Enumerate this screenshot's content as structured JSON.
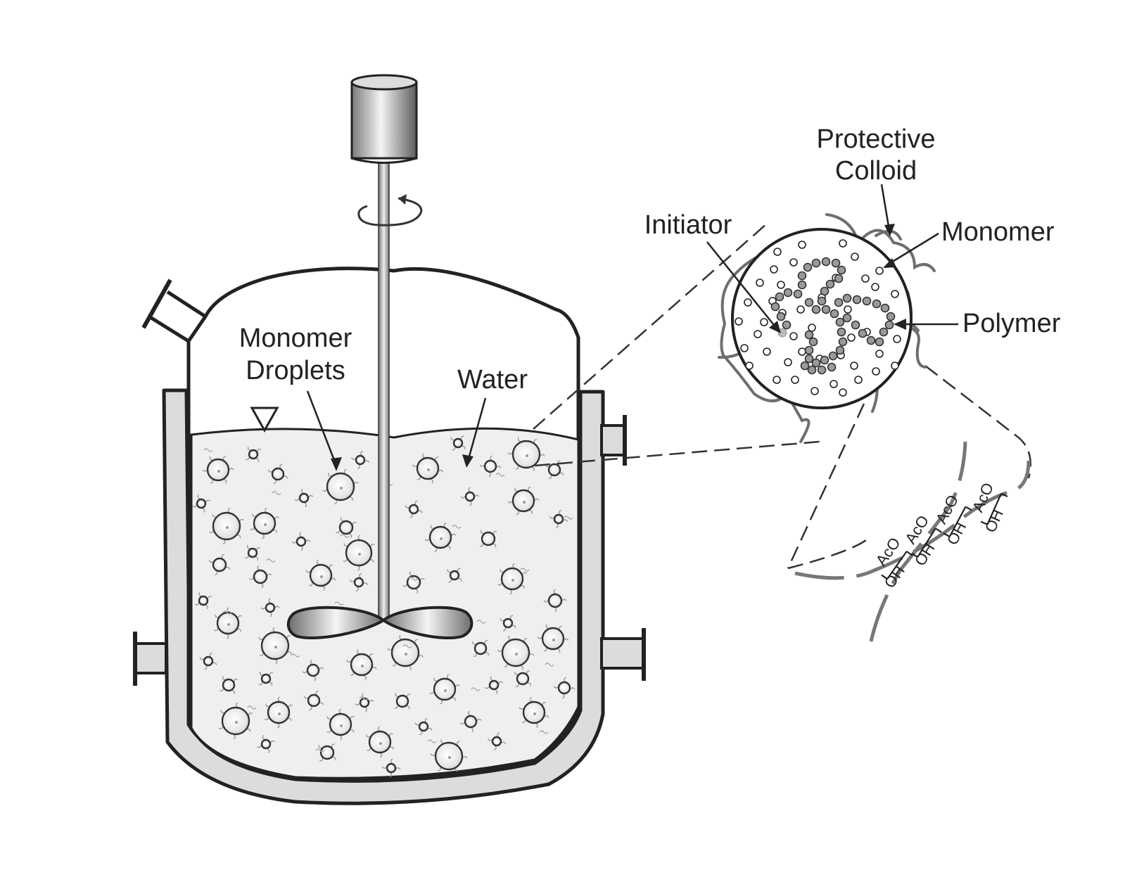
{
  "labels": {
    "monomer_droplets_line1": "Monomer",
    "monomer_droplets_line2": "Droplets",
    "water": "Water",
    "initiator": "Initiator",
    "protective_colloid_line1": "Protective",
    "protective_colloid_line2": "Colloid",
    "monomer": "Monomer",
    "polymer": "Polymer"
  },
  "chem_groups": {
    "aco": "AcO",
    "oh": "OH"
  },
  "colors": {
    "outline": "#222222",
    "jacket_fill": "#dcdcdc",
    "liquid_fill": "#efefef",
    "polymer_bead": "#9a9a9a",
    "colloid_chain": "#6e6e6e"
  },
  "icons": {
    "rotation": "rotation-arrow-icon",
    "liquid_level": "liquid-level-triangle-icon"
  }
}
